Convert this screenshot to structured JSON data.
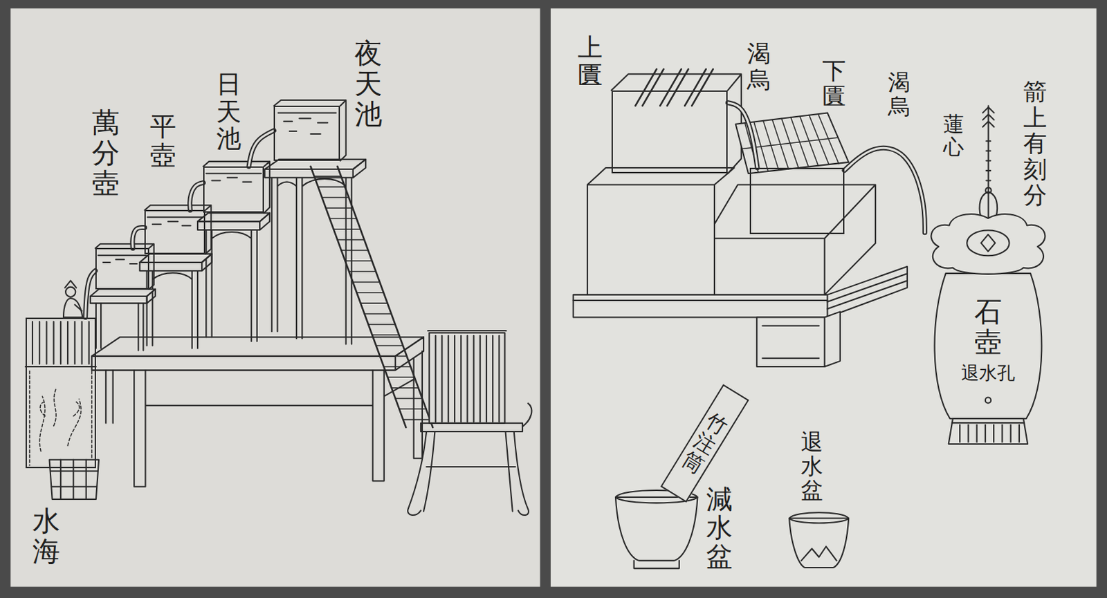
{
  "diagram": {
    "nodes": [
      {
        "text": [
          "夜天池"
        ]
      },
      {
        "text": [
          "日天池"
        ]
      },
      {
        "text": [
          "平壺"
        ]
      },
      {
        "text": [
          "萬分壺"
        ]
      },
      {
        "text": [
          "水海"
        ]
      },
      {
        "text": [
          "上匱"
        ]
      },
      {
        "text": [
          "下匱"
        ]
      },
      {
        "text": [
          "石壺",
          "退水孔"
        ]
      },
      {
        "text": [
          "竹注筒"
        ]
      }
    ],
    "edges": [
      {
        "from": 0,
        "to": 1,
        "arrow": "none"
      },
      {
        "from": 1,
        "to": 2,
        "arrow": "none"
      },
      {
        "from": 2,
        "to": 3,
        "arrow": "none"
      },
      {
        "from": 3,
        "to": 4,
        "arrow": "none"
      },
      {
        "from": 5,
        "to": 6,
        "label": "渴烏",
        "arrow": "none"
      },
      {
        "from": 6,
        "to": 7,
        "label": "渴烏",
        "arrow": "none"
      }
    ],
    "labels": [
      "蓮心",
      "箭上有刻分",
      "減水盆",
      "退水盆"
    ]
  }
}
